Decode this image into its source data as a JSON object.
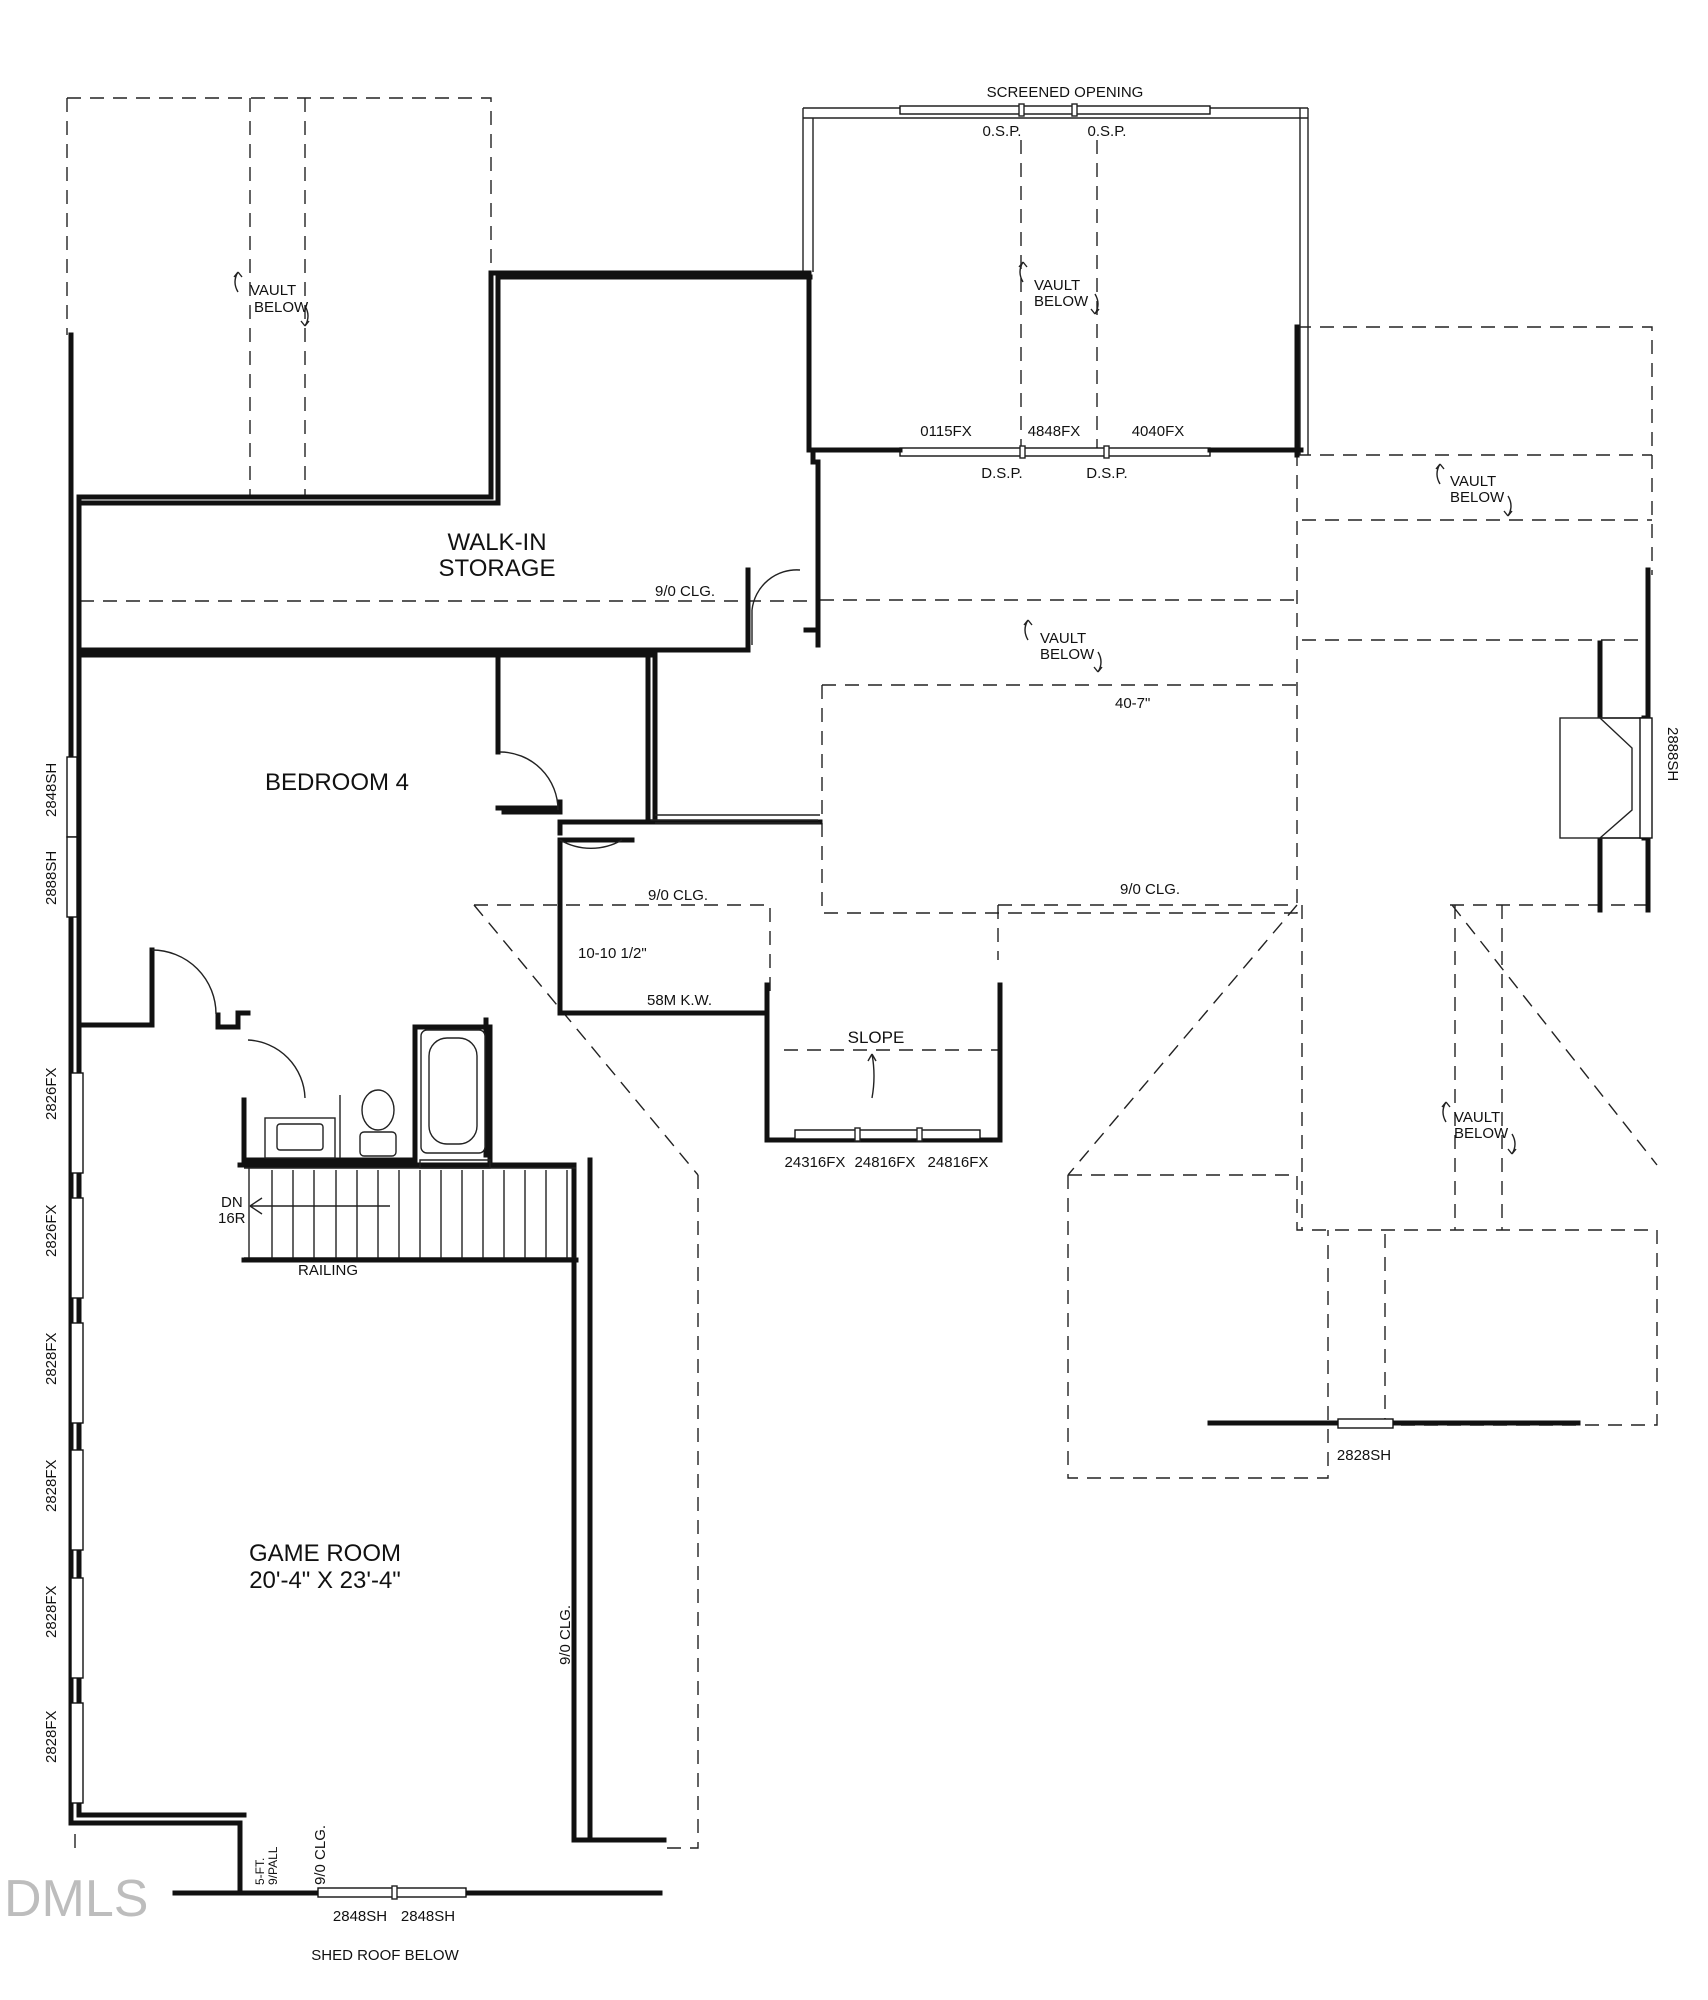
{
  "rooms": {
    "walk_in_storage": [
      "WALK-IN",
      "STORAGE"
    ],
    "bedroom_4": "BEDROOM 4",
    "game_room": "GAME ROOM",
    "game_room_size": "20'-4\" X 23'-4\""
  },
  "labels": {
    "screened_opening": "SCREENED OPENING",
    "dsp": "D.S.P.",
    "osp": "0.S.P.",
    "vault_below": [
      "VAULT",
      "BELOW"
    ],
    "ceiling": "9/0 CLG.",
    "width_40_7": "40-7\"",
    "dim_10_10": "10-10 1/2\"",
    "kneewall": "58M K.W.",
    "slope": "SLOPE",
    "dn": [
      "DN",
      "16R"
    ],
    "railing": "RAILING",
    "shed_roof": "SHED ROOF BELOW",
    "attic_note": [
      "5-FT.",
      "9/PALL"
    ]
  },
  "windows": {
    "w_0115fx": "0115FX",
    "w_4848fx": "4848FX",
    "w_4040fx": "4040FX",
    "w_24316fx": "24316FX",
    "w_24816fx": "24816FX",
    "w_2828sh": "2828SH",
    "w_2848sh": "2848SH",
    "w_2888sh": "2888SH",
    "w_2828fx": "2828FX",
    "w_2826fx": "2826FX"
  },
  "watermark": "DMLS"
}
